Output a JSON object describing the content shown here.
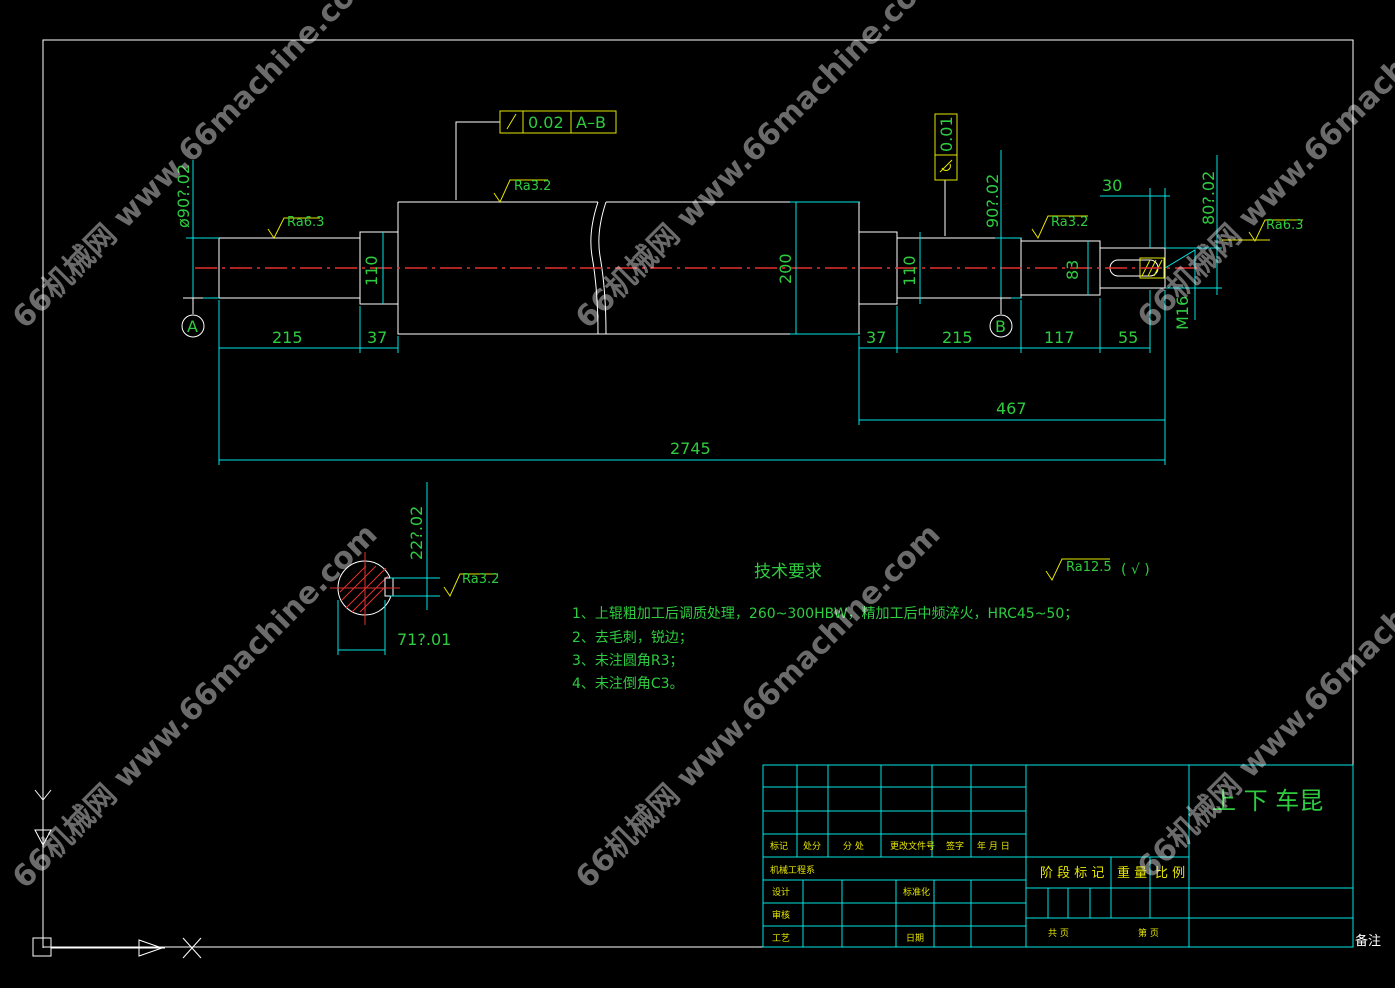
{
  "drawing": {
    "dims": {
      "len_215_left": "215",
      "len_37_left": "37",
      "len_37_right": "37",
      "len_215_right": "215",
      "len_117": "117",
      "len_55": "55",
      "len_467": "467",
      "len_2745": "2745",
      "len_30": "30",
      "dia_110_left": "110",
      "dia_200": "200",
      "dia_110_right": "110",
      "dia_83": "83",
      "dia_left_tol": "ø90?.02",
      "dia_right_tol": "90?.02",
      "dia_end_tol": "80?.02",
      "thread": "M16",
      "key_depth": "22?.02",
      "key_width": "71?.01"
    },
    "datums": {
      "a": "A",
      "b": "B"
    },
    "tolerance_runout": {
      "value": "0.02",
      "datum": "A–B"
    },
    "tolerance_cyl": {
      "value": "0.01"
    },
    "roughness": {
      "ra63_left": "Ra6.3",
      "ra32_body": "Ra3.2",
      "ra32_right": "Ra3.2",
      "ra63_end": "Ra6.3",
      "ra32_key": "Ra3.2",
      "ra125": "Ra12.5",
      "general_mark": "( √ )"
    },
    "tech_requirements": {
      "title": "技术要求",
      "items": [
        "1、上辊粗加工后调质处理，260~300HBW，精加工后中频淬火，HRC45~50；",
        "2、去毛刺，锐边；",
        "3、未注圆角R3；",
        "4、未注倒角C3。"
      ]
    },
    "title_block": {
      "part_name": "上 下 车昆",
      "header_labels": [
        "标记",
        "处分",
        "分 处",
        "更改文件号",
        "签字",
        "年 月 日"
      ],
      "department": "机械工程系",
      "design": "设计",
      "standardize": "标准化",
      "review": "审核",
      "process": "工艺",
      "date": "日期",
      "stage_mark": "阶 段 标 记",
      "weight": "重 量",
      "scale": "比 例",
      "total_sheets": "共 页",
      "sheet_no": "第 页",
      "remark": "备注"
    },
    "watermark": "66机械网 www.66machine.com",
    "colors": {
      "outline": "#ffffff",
      "dimension": "#2ecc40",
      "centerline": "#e23030",
      "title_block_lines": "#00e5e5",
      "title_block_text": "#e6e600"
    }
  }
}
